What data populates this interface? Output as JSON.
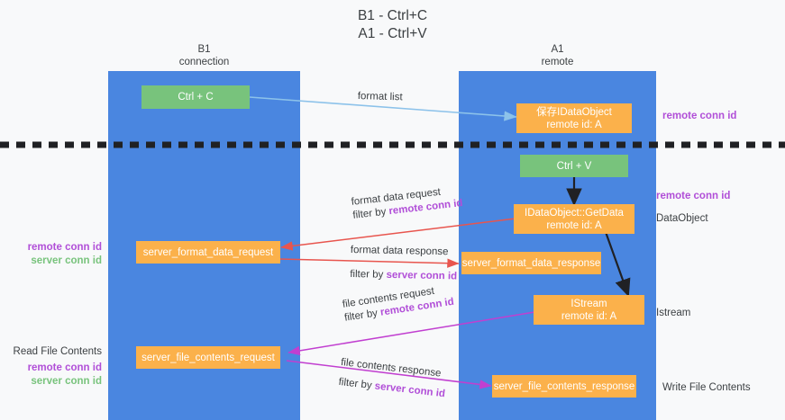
{
  "title": {
    "line1": "B1 - Ctrl+C",
    "line2": "A1 - Ctrl+V"
  },
  "lanes": [
    {
      "id": "b1",
      "name": "B1",
      "sub": "connection",
      "color": "#4a86e0"
    },
    {
      "id": "a1",
      "name": "A1",
      "sub": "remote",
      "color": "#4a86e0"
    }
  ],
  "nodes": {
    "ctrl_c": "Ctrl + C",
    "ctrl_v": "Ctrl + V",
    "save_idataobject_l1": "保存IDataObject",
    "save_idataobject_l2": "remote id: A",
    "getdata_l1": "IDataObject::GetData",
    "getdata_l2": "remote id: A",
    "istream_l1": "IStream",
    "istream_l2": "remote id: A",
    "server_format_data_request": "server_format_data_request",
    "server_format_data_response": "server_format_data_response",
    "server_file_contents_request": "server_file_contents_request",
    "server_file_contents_response": "server_file_contents_response"
  },
  "edge_labels": {
    "format_list": "format list",
    "format_data_request": "format data request",
    "format_data_request_filter_prefix": "filter by ",
    "format_data_request_filter_key": "remote conn id",
    "format_data_response": "format data response",
    "format_data_response_filter_prefix": "filter by ",
    "format_data_response_filter_key": "server conn id",
    "file_contents_request": "file contents request",
    "file_contents_request_filter_prefix": "filter by ",
    "file_contents_request_filter_key": "remote conn id",
    "file_contents_response": "file contents response",
    "file_contents_response_filter_prefix": "filter by ",
    "file_contents_response_filter_key": "server conn id"
  },
  "annotations": {
    "right_remote_conn_id_top": "remote conn id",
    "right_remote_conn_id_mid": "remote conn id",
    "right_dataobject": "DataObject",
    "right_istream": "Istream",
    "right_write_file_contents": "Write File Contents",
    "left_remote_conn_id_mid": "remote conn id",
    "left_server_conn_id_mid": "server conn id",
    "left_read_file_contents": "Read File Contents",
    "left_remote_conn_id_bot": "remote conn id",
    "left_server_conn_id_bot": "server conn id"
  },
  "colors": {
    "lane": "#4a86e0",
    "green_box": "#78c37c",
    "orange_box": "#fbb14b",
    "remote_conn_id": "#b14fd8",
    "server_conn_id_green": "#78c37c",
    "red_arrow": "#e8554e",
    "magenta_arrow": "#c13fd0",
    "blue_arrow": "#a8d3f0",
    "black_arrow": "#202124",
    "background": "#f8f9fa"
  }
}
